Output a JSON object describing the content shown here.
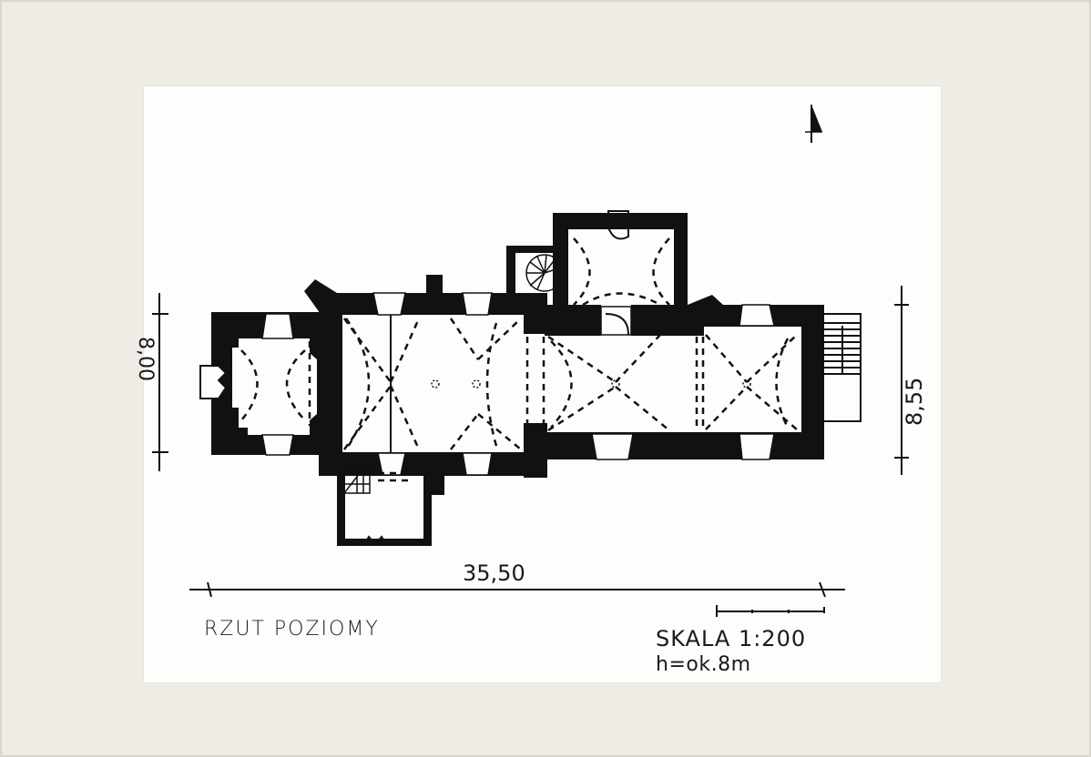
{
  "drawing": {
    "title": "RZUT POZIOMY",
    "scale_label": "SKALA 1:200",
    "height_note": "h=ok.8m",
    "dimensions": {
      "overall_length": "35,50",
      "west_width": "8,00",
      "east_width": "8,55"
    },
    "north_arrow": "north-arrow",
    "colors": {
      "mat": "#eeece5",
      "paper": "#fdfdfb",
      "ink": "#111111"
    }
  }
}
